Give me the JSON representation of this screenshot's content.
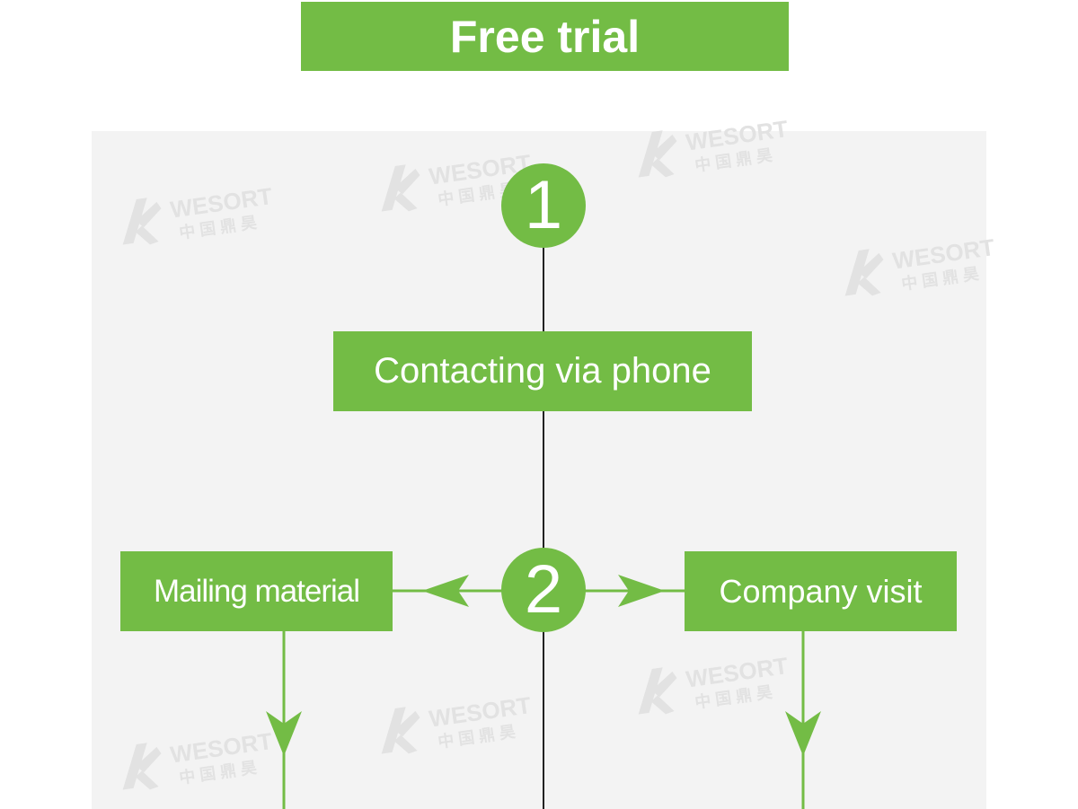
{
  "title": "Free trial",
  "steps": [
    {
      "number": "1"
    },
    {
      "number": "2"
    }
  ],
  "boxes": {
    "phone": "Contacting via phone",
    "mail": "Mailing material",
    "visit": "Company visit"
  },
  "watermark": {
    "brand": "WESORT",
    "subtitle": "中 国 鼎 昊"
  },
  "colors": {
    "accent_green": "#73bc45",
    "panel_gray": "#f3f3f3",
    "line_dark": "#222222",
    "watermark": "#e2e2e2"
  }
}
